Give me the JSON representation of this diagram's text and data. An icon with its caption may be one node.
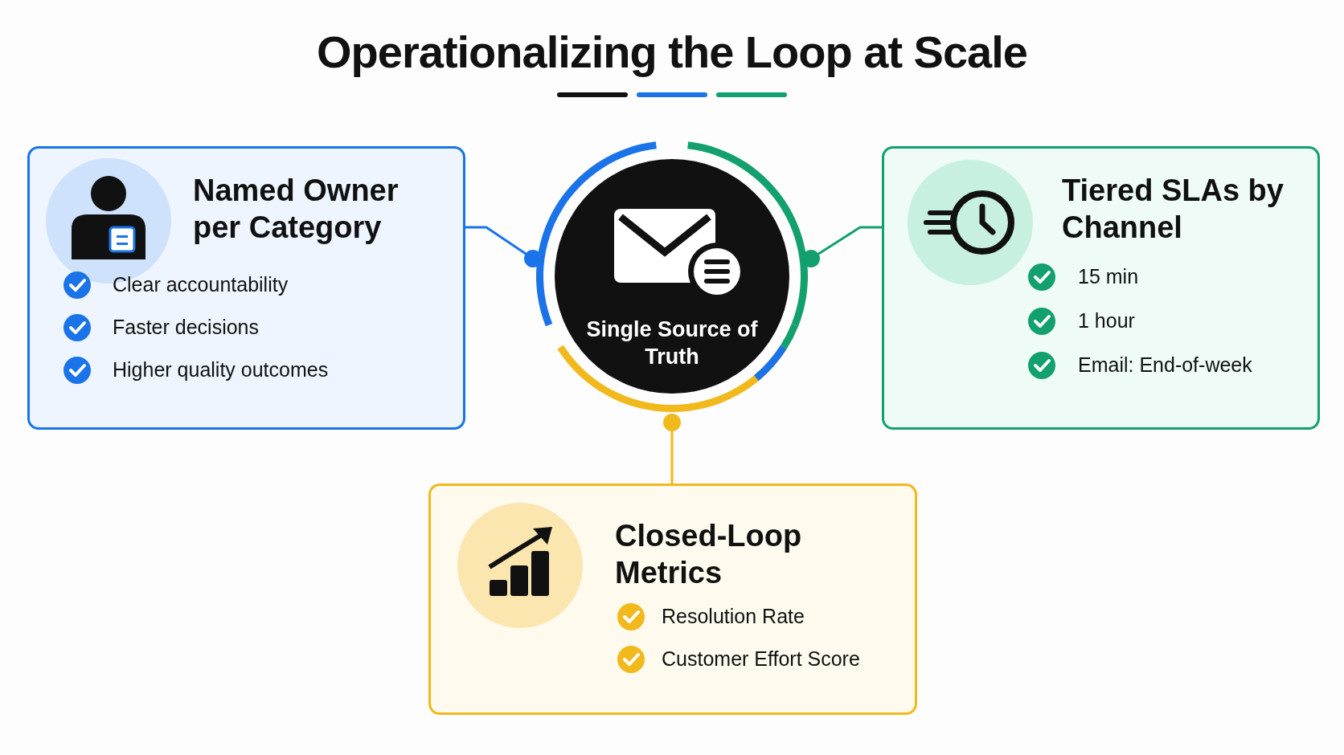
{
  "diagram": {
    "title": "Operationalizing the Loop at Scale",
    "nodes": [
      {
        "text": [
          "Named Owner per Category",
          "Clear accountability",
          "Faster decisions",
          "Higher quality outcomes"
        ]
      },
      {
        "text": [
          "Single Source of Truth"
        ]
      },
      {
        "text": [
          "Tiered SLAs by Channel",
          "15 min",
          "1 hour",
          "Email: End-of-week"
        ]
      },
      {
        "text": [
          "Closed-Loop Metrics",
          "Resolution Rate",
          "Customer Effort Score"
        ]
      }
    ],
    "edges": [
      {
        "from": 0,
        "to": 1,
        "arrow": "other",
        "color": "#1a73e8"
      },
      {
        "from": 2,
        "to": 1,
        "arrow": "other",
        "color": "#12a06e"
      },
      {
        "from": 3,
        "to": 1,
        "arrow": "other",
        "color": "#f2b91c"
      }
    ]
  }
}
